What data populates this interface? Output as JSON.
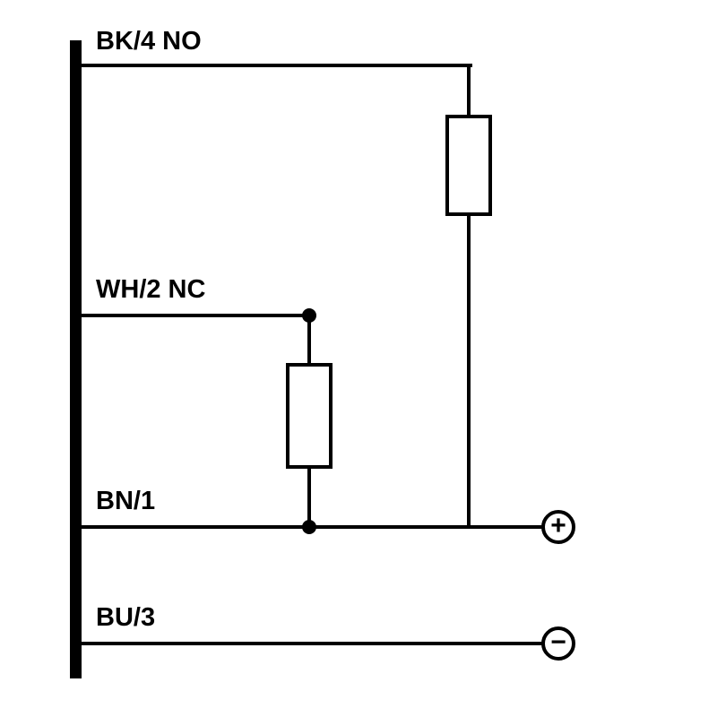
{
  "diagram": {
    "type": "wiring-schematic",
    "colors": {
      "line": "#000000",
      "background": "#ffffff"
    },
    "wires": {
      "bk4": {
        "label": "BK/4 NO"
      },
      "wh2": {
        "label": "WH/2 NC"
      },
      "bn1": {
        "label": "BN/1"
      },
      "bu3": {
        "label": "BU/3"
      }
    },
    "components": {
      "load_top": "load-resistor",
      "load_middle": "load-resistor"
    },
    "terminals": {
      "positive": "+",
      "negative": "−"
    }
  }
}
